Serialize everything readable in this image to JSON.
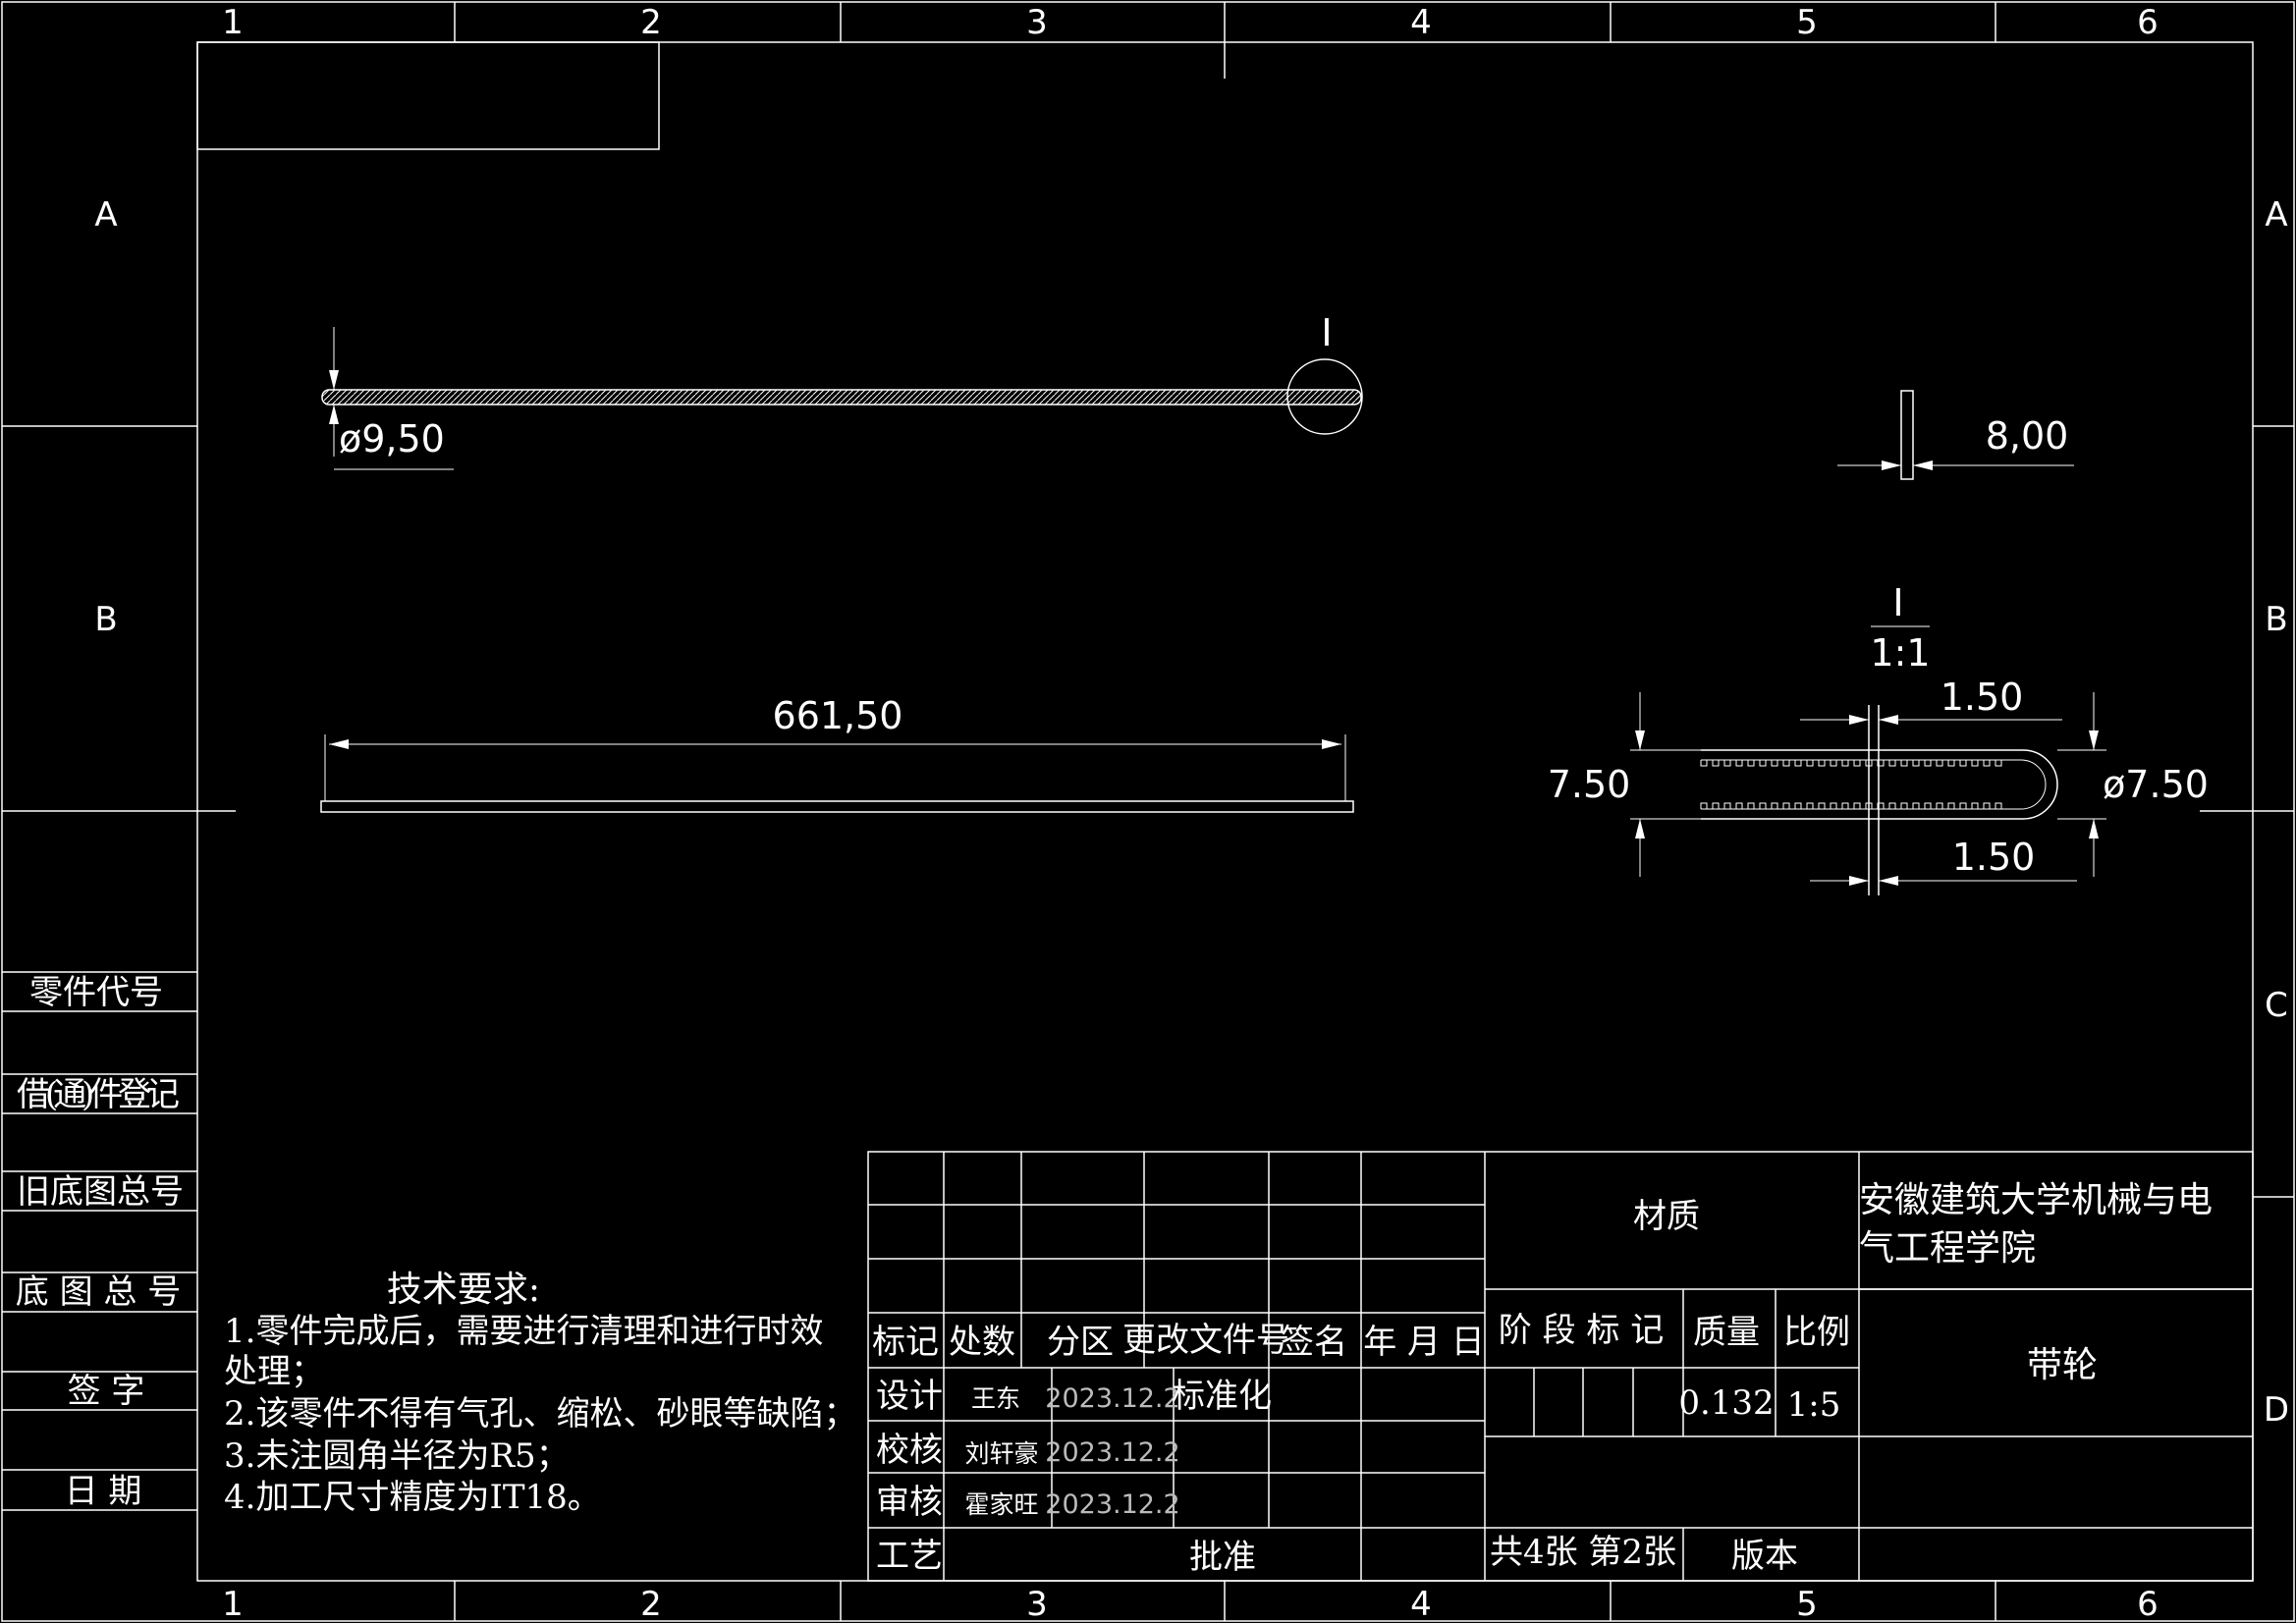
{
  "border": {
    "columns": [
      "1",
      "2",
      "3",
      "4",
      "5",
      "6"
    ],
    "rows": [
      "A",
      "B",
      "C",
      "D"
    ]
  },
  "left_strip": {
    "labels": [
      "零件代号",
      "借(通)件登记",
      "旧底图总号",
      "底 图 总 号",
      "签  字",
      "日  期"
    ]
  },
  "views": {
    "main_diameter": "ø9,50",
    "detail_marker": "I",
    "length_dimension": "661,50",
    "width_dimension": "8,00",
    "detail_title": "I",
    "detail_scale": "1:1",
    "detail_top_thickness": "1.50",
    "detail_bottom_thickness": "1.50",
    "detail_height_left": "7.50",
    "detail_diameter_right": "ø7.50"
  },
  "tech_requirements": {
    "title": "技术要求:",
    "items": [
      "1.零件完成后，需要进行清理和进行时效",
      "处理；",
      "2.该零件不得有气孔、缩松、砂眼等缺陷；",
      "3.未注圆角半径为R5；",
      "4.加工尺寸精度为IT18。"
    ]
  },
  "title_block": {
    "revision_headers": [
      "标记",
      "处数",
      "分区",
      "更改文件号",
      "签名",
      "年 月 日"
    ],
    "roles": [
      "设计",
      "校核",
      "审核",
      "工艺"
    ],
    "names": [
      "王东",
      "刘轩豪",
      "霍家旺"
    ],
    "dates": [
      "2023.12.2",
      "2023.12.2",
      "2023.12.2"
    ],
    "standardization": "标准化",
    "approval": "批准",
    "material": "材质",
    "institution": [
      "安徽建筑大学机械与电",
      "气工程学院"
    ],
    "stage_mark": "阶 段 标 记",
    "mass_label": "质量",
    "scale_label": "比例",
    "mass_value": "0.132",
    "scale_value": "1:5",
    "part_name": "带轮",
    "sheet_info": "共4张 第2张",
    "version": "版本"
  }
}
